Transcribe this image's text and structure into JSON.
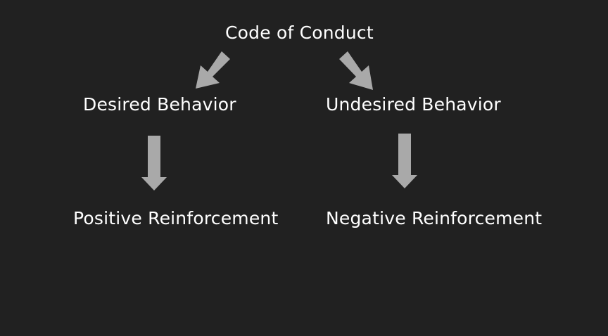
{
  "diagram": {
    "nodes": {
      "root": "Code of Conduct",
      "desired": "Desired Behavior",
      "undesired": "Undesired Behavior",
      "positive": "Positive Reinforcement",
      "negative": "Negative Reinforcement"
    },
    "edges": [
      {
        "from": "root",
        "to": "desired"
      },
      {
        "from": "root",
        "to": "undesired"
      },
      {
        "from": "desired",
        "to": "positive"
      },
      {
        "from": "undesired",
        "to": "negative"
      }
    ],
    "colors": {
      "background": "#212121",
      "text": "#ffffff",
      "arrow": "#a9a9a9"
    }
  }
}
